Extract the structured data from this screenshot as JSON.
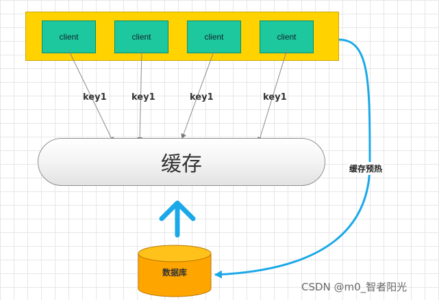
{
  "clients": [
    {
      "label": "client"
    },
    {
      "label": "client"
    },
    {
      "label": "client"
    },
    {
      "label": "client"
    }
  ],
  "keys": [
    "key1",
    "key1",
    "key1",
    "key1"
  ],
  "cache": {
    "label": "缓存"
  },
  "warmup": {
    "label": "缓存预热"
  },
  "database": {
    "label": "数据库"
  },
  "watermark": "CSDN @m0_智者阳光",
  "colors": {
    "panel": "#ffd200",
    "client": "#1ec89e",
    "database": "#ffa500",
    "up_arrow": "#1aa8e8",
    "warmup_line": "#1aa8e8"
  }
}
